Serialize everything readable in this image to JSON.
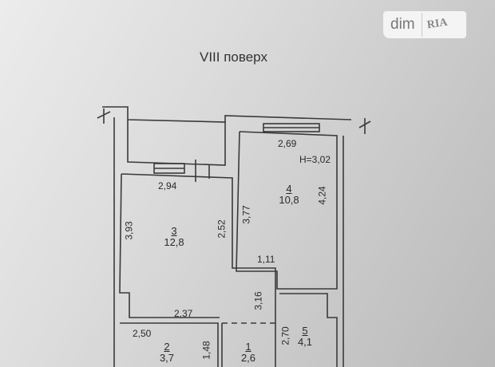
{
  "title": "VIII поверх",
  "watermark": {
    "left": "dim",
    "right": "RIA"
  },
  "ceiling_height": "H=3,02",
  "rooms": [
    {
      "number": "1",
      "area": "2,6"
    },
    {
      "number": "2",
      "area": "3,7"
    },
    {
      "number": "3",
      "area": "12,8"
    },
    {
      "number": "4",
      "area": "10,8"
    },
    {
      "number": "5",
      "area": "4,1"
    }
  ],
  "dimensions": {
    "d269": "2,69",
    "d294": "2,94",
    "d393": "3,93",
    "d252": "2,52",
    "d377": "3,77",
    "d424": "4,24",
    "d111": "1,11",
    "d316": "3,16",
    "d237": "2,37",
    "d250": "2,50",
    "d148": "1,48",
    "d270": "2,70"
  },
  "colors": {
    "line": "#3a3a3a"
  }
}
